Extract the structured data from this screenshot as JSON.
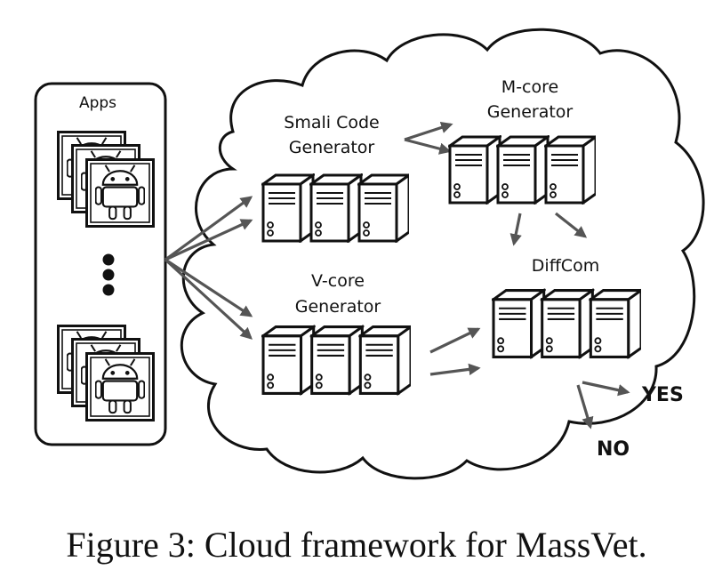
{
  "diagram": {
    "apps_panel": {
      "title": "Apps"
    },
    "stages": {
      "smali": {
        "line1": "Smali Code",
        "line2": "Generator"
      },
      "mcore": {
        "line1": "M-core",
        "line2": "Generator"
      },
      "vcore": {
        "line1": "V-core",
        "line2": "Generator"
      },
      "diffcom": {
        "label": "DiffCom"
      }
    },
    "outcomes": {
      "yes": "YES",
      "no": "NO"
    },
    "icons": {
      "app": "android-robot-icon",
      "server": "server-tower-icon",
      "ellipsis": "vertical-ellipsis"
    },
    "colors": {
      "ink": "#111111",
      "arrow": "#555555",
      "background": "#ffffff"
    }
  },
  "caption": {
    "text": "Figure 3: Cloud framework for MassVet."
  }
}
